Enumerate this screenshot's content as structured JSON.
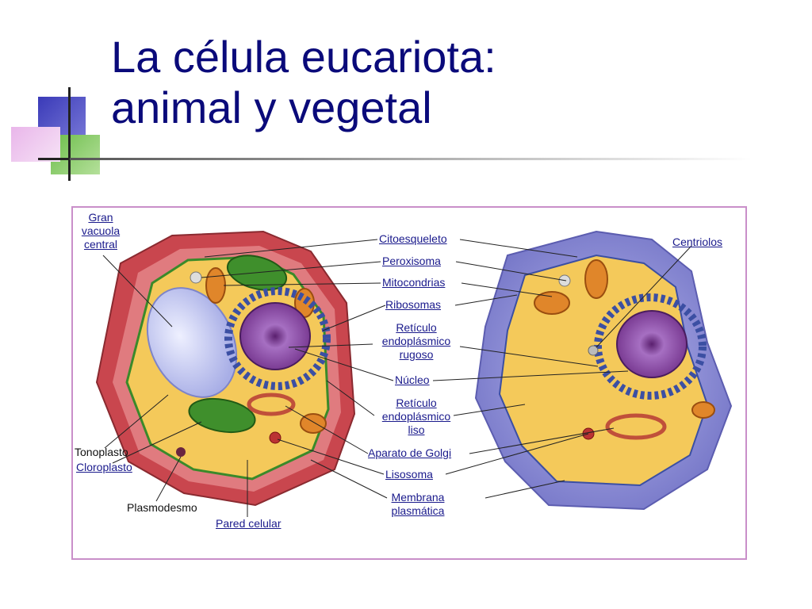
{
  "slide": {
    "title_line1": "La célula eucariota:",
    "title_line2": "animal y vegetal"
  },
  "colors": {
    "title": "#0a0a7a",
    "figure_border": "#c98fc9",
    "label_text": "#1a1a8c",
    "cell_wall": "#c9464e",
    "cytoplasm": "#f4c95a",
    "animal_membrane": "#8e8fd6",
    "vacuole": "#c9cdf3",
    "chloroplast": "#3f8f2c",
    "nucleus": "#8c4fa6",
    "mitochondria": "#e0862a"
  },
  "labels": {
    "gran_vacuola": [
      "Gran",
      "vacuola",
      "central"
    ],
    "tonoplasto": "Tonoplasto",
    "cloroplasto": "Cloroplasto",
    "plasmodesmo": "Plasmodesmo",
    "pared_celular": "Pared celular",
    "citoesqueleto": "Citoesqueleto",
    "peroxisoma": "Peroxisoma",
    "mitocondrias": "Mitocondrias",
    "ribosomas": "Ribosomas",
    "reticulo_rugoso": [
      "Retículo",
      "endoplásmico",
      "rugoso"
    ],
    "nucleo": "Núcleo",
    "reticulo_liso": [
      "Retículo",
      "endoplásmico",
      "liso"
    ],
    "golgi": "Aparato de Golgi",
    "lisosoma": "Lisosoma",
    "membrana": [
      "Membrana",
      "plasmática"
    ],
    "centriolos": "Centriolos"
  }
}
